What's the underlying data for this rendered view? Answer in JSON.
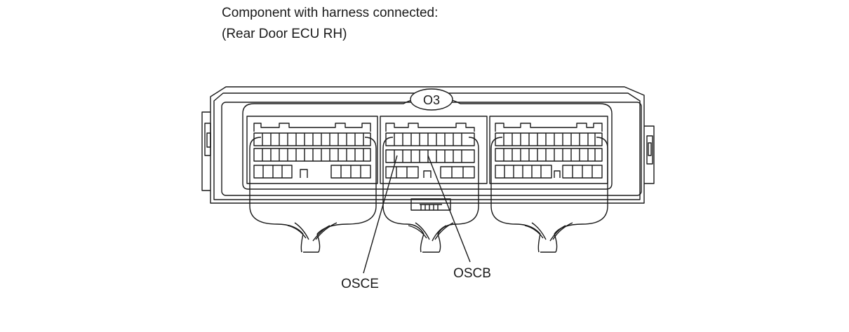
{
  "title": {
    "line1": "Component with harness connected:",
    "line2": "(Rear Door ECU RH)"
  },
  "connector_id": "O3",
  "callouts": {
    "left": "OSCE",
    "right": "OSCB"
  }
}
